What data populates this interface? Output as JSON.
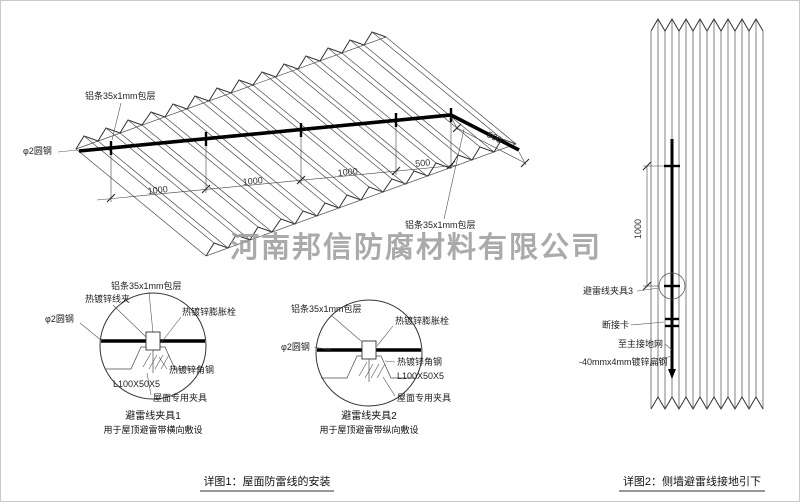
{
  "watermark": "河南邦信防腐材料有限公司",
  "colors": {
    "line": "#333333",
    "red": "#c42222",
    "watermark": "#9c9c9c"
  },
  "roof": {
    "label_alu_top": "铝条35x1mm包层",
    "label_alu_bottom": "铝条35x1mm包层",
    "label_round_steel": "φ2圆钢",
    "dims": {
      "d1": "1000",
      "d2": "1000",
      "d3": "1000",
      "d4": "500",
      "d5": "500"
    }
  },
  "detail1": {
    "labels": {
      "alu_strip": "铝条35x1mm包层",
      "wire_clamp": "热镀锌线夹",
      "expansion_bolt": "热镀锌膨胀栓",
      "round_steel": "φ2圆钢",
      "angle_steel": "热镀锌角钢",
      "angle_spec": "L100X50X5",
      "roof_clamp": "屋面专用夹具"
    },
    "title": "避雷线夹具1",
    "subtitle": "用于屋顶避雷带横向敷设"
  },
  "detail2": {
    "labels": {
      "alu_strip": "铝条35x1mm包层",
      "expansion_bolt": "热镀锌膨胀栓",
      "round_steel": "φ2圆钢",
      "angle_steel": "热镀锌角钢",
      "angle_spec": "L100X50X5",
      "roof_clamp": "屋面专用夹具"
    },
    "title": "避雷线夹具2",
    "subtitle": "用于屋顶避雷带纵向敷设"
  },
  "wall": {
    "dim": "1000",
    "labels": {
      "clamp3": "避雷线夹具3",
      "disconnect": "断接卡",
      "to_ground": "至主接地网",
      "flat_steel": "-40mmx4mm镀锌扁钢"
    }
  },
  "captions": {
    "detail1": "详图1：屋面防雷线的安装",
    "detail2": "详图2：侧墙避雷线接地引下"
  }
}
